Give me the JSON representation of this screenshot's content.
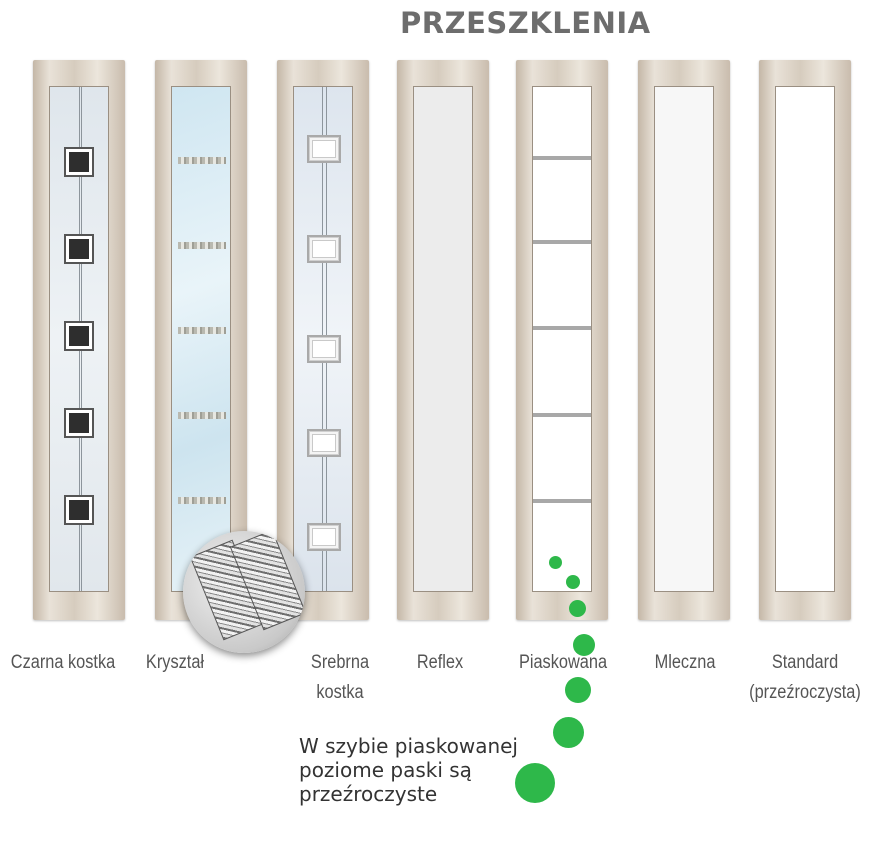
{
  "title": "PRZESZKLENIA",
  "panels": [
    {
      "label": "Czarna kostka"
    },
    {
      "label": "Kryształ"
    },
    {
      "label": "Srebrna\nkostka"
    },
    {
      "label": "Reflex"
    },
    {
      "label": "Piaskowana"
    },
    {
      "label": "Mleczna"
    },
    {
      "label": "Standard\n(przeźroczysta)"
    }
  ],
  "note": "W szybie piaskowanej poziome paski są przeźroczyste",
  "colors": {
    "title": "#6d6d6d",
    "accent_dots": "#2eb84a",
    "frame": "#d8cfc2"
  },
  "icons": {
    "magnifier": "magnifier-icon"
  }
}
